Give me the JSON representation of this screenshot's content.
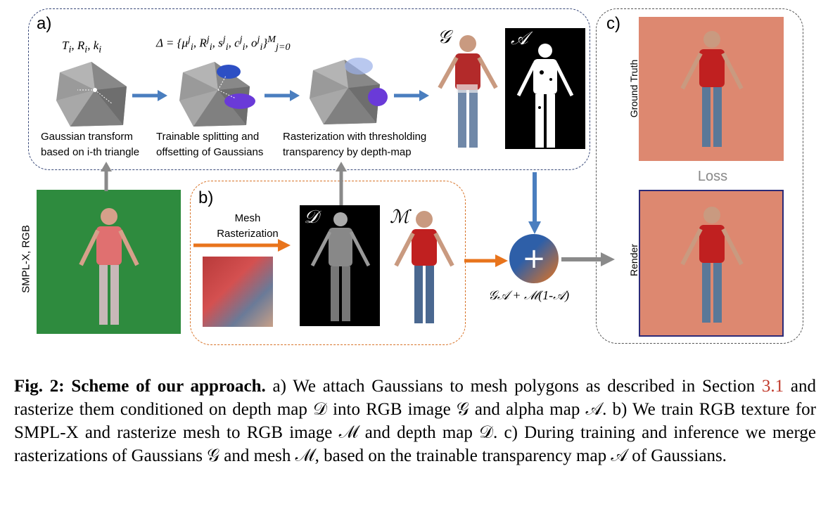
{
  "panels": {
    "a_label": "a)",
    "b_label": "b)",
    "c_label": "c)"
  },
  "panel_a": {
    "formula1": "T_i, R_i, k_i",
    "formula2": "Δ = {μ_i^j, R_i^j, s_i^j, c_i^j, o_i^j}_{j=0}^M",
    "step1": "Gaussian transform\nbased on i-th triangle",
    "step2": "Trainable splitting and\noffsetting of Gaussians",
    "step3": "Rasterization with thresholding\ntransparency by depth-map",
    "g_symbol": "𝒢",
    "a_symbol": "𝒜"
  },
  "panel_b": {
    "mesh_label": "Mesh\nRasterization",
    "d_symbol": "𝒟",
    "m_symbol": "ℳ",
    "merge_formula": "𝒢𝒜 + ℳ(1-𝒜)",
    "plus": "+"
  },
  "panel_c": {
    "ground_truth": "Ground Truth",
    "loss": "Loss",
    "render": "Render"
  },
  "input_label": "SMPL-X, RGB",
  "caption": {
    "figure": "Fig. 2:",
    "title": "Scheme of our approach.",
    "text_1": " a) We attach Gaussians to mesh polygons as described in Section ",
    "section_ref": "3.1",
    "text_2": " and rasterize them conditioned on depth map 𝒟 into RGB image 𝒢 and alpha map 𝒜. b) We train RGB texture for SMPL-X and rasterize mesh to RGB image ℳ and depth map 𝒟. c) During training and inference we merge rasterizations of Gaussians 𝒢 and mesh ℳ, based on the trainable transparency map 𝒜 of Gaussians."
  },
  "colors": {
    "blue_arrow": "#4a7ebf",
    "gray_arrow": "#8a8a8a",
    "orange_arrow": "#e8741c",
    "panel_a_border": "#3a4a7a",
    "panel_b_border": "#d8742a",
    "panel_c_border": "#555555",
    "gt_bg": "#dd8870",
    "green_bg": "#2e8b3e"
  }
}
